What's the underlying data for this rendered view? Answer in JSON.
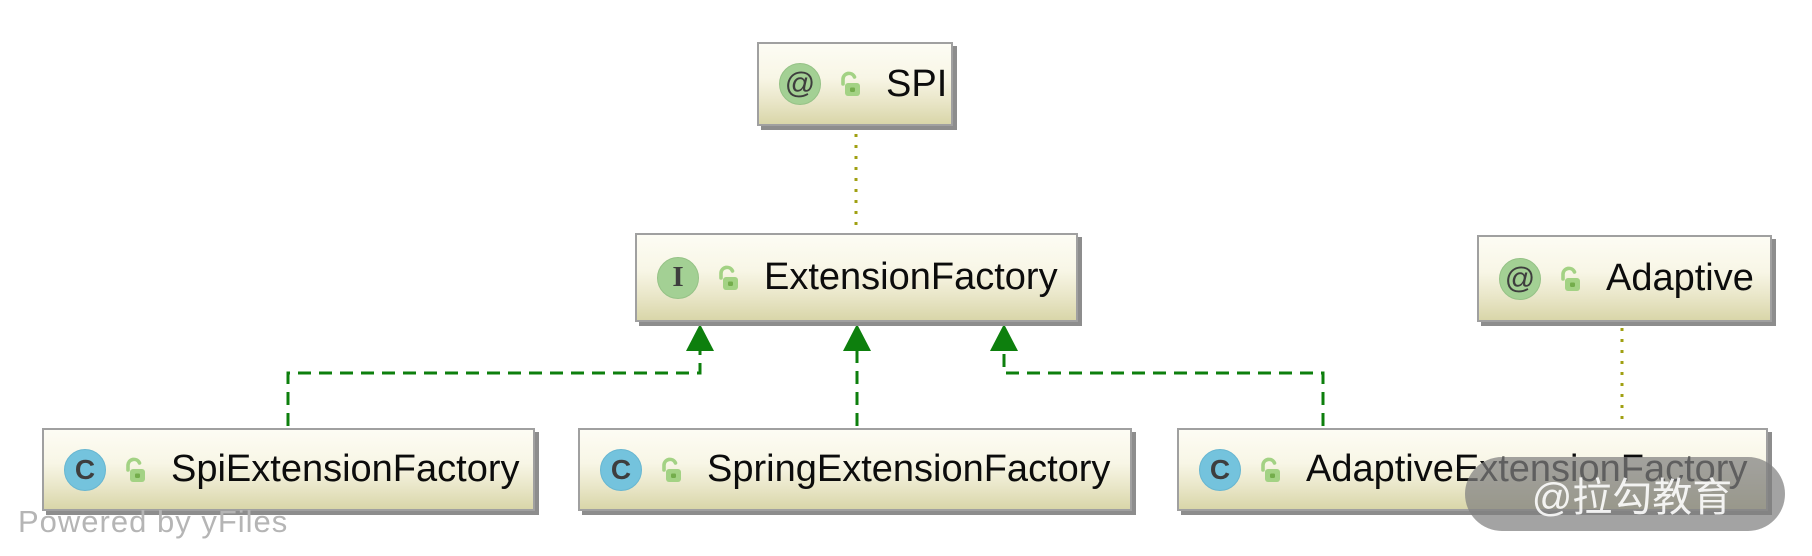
{
  "diagram": {
    "nodes": [
      {
        "label": "SPI",
        "type": "annotation",
        "access": "public"
      },
      {
        "label": "ExtensionFactory",
        "type": "interface",
        "access": "public"
      },
      {
        "label": "Adaptive",
        "type": "annotation",
        "access": "public"
      },
      {
        "label": "SpiExtensionFactory",
        "type": "class",
        "access": "public"
      },
      {
        "label": "SpringExtensionFactory",
        "type": "class",
        "access": "public"
      },
      {
        "label": "AdaptiveExtensionFactory",
        "type": "class",
        "access": "public"
      }
    ],
    "icon_glyphs": {
      "annotation": "@",
      "interface": "I",
      "class": "C"
    },
    "edges": [
      {
        "from": "SpiExtensionFactory",
        "to": "ExtensionFactory",
        "type": "implements"
      },
      {
        "from": "SpringExtensionFactory",
        "to": "ExtensionFactory",
        "type": "implements"
      },
      {
        "from": "AdaptiveExtensionFactory",
        "to": "ExtensionFactory",
        "type": "implements"
      },
      {
        "from": "SPI",
        "to": "ExtensionFactory",
        "type": "annotation-usage"
      },
      {
        "from": "Adaptive",
        "to": "AdaptiveExtensionFactory",
        "type": "annotation-usage"
      }
    ],
    "colors": {
      "implements_edge": "#0d7f0d",
      "annotation_edge": "#a0a012",
      "node_border": "#a0a0a0",
      "annotation_icon_bg": "#a3d094",
      "class_icon_bg": "#74c3dd",
      "lock_icon": "#a3d284"
    }
  },
  "footer": {
    "powered_by": "Powered by yFiles"
  },
  "watermark": {
    "text": "@拉勾教育"
  }
}
